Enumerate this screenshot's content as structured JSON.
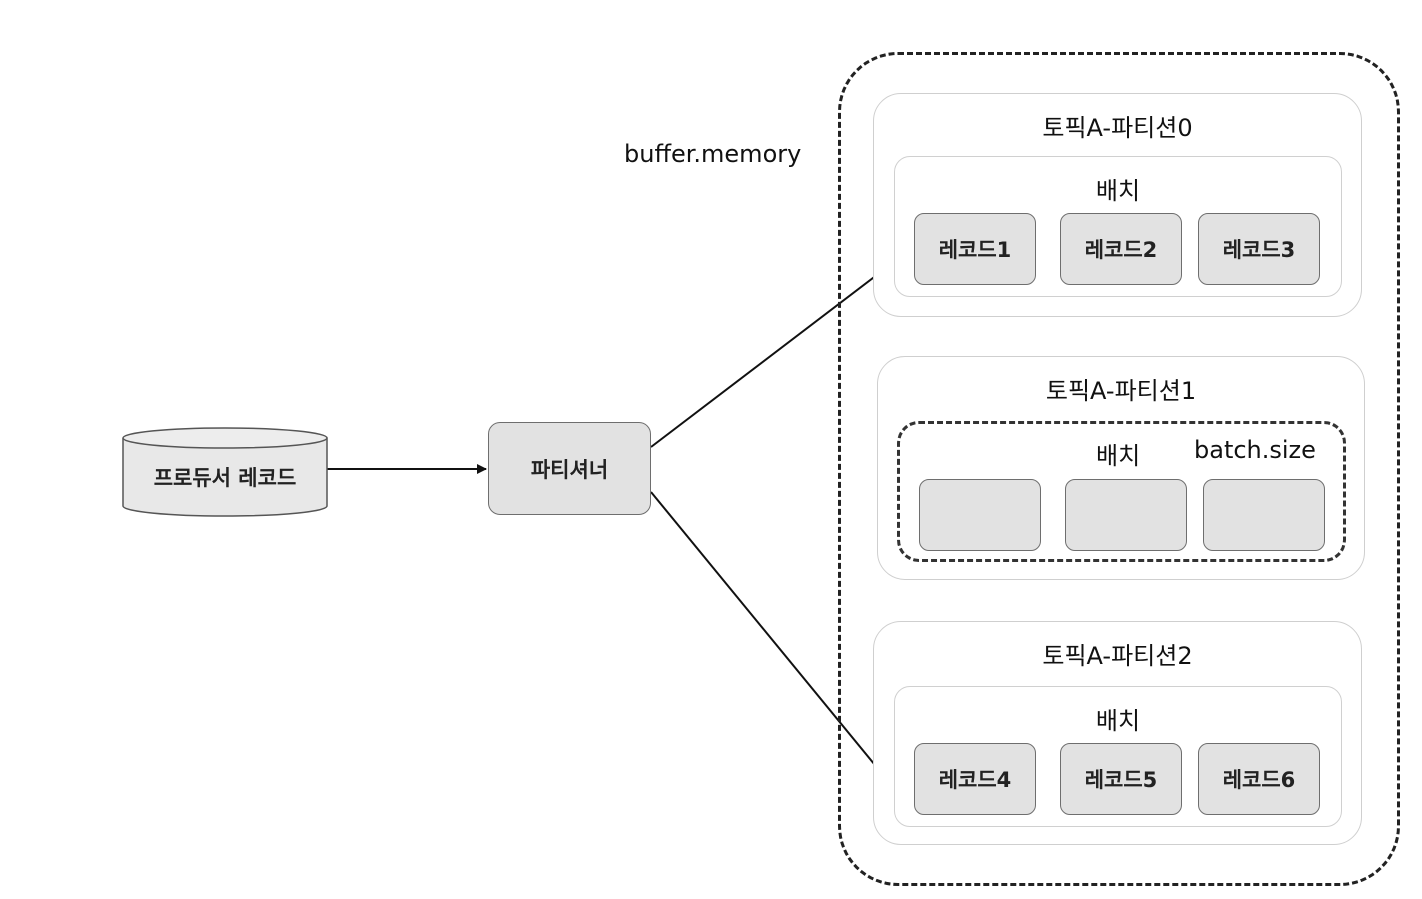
{
  "producer": {
    "label": "프로듀서 레코드"
  },
  "partitioner": {
    "label": "파티셔너"
  },
  "buffer": {
    "label": "buffer.memory"
  },
  "partitions": [
    {
      "title": "토픽A-파티션0",
      "batch_label": "배치",
      "records": [
        "레코드1",
        "레코드2",
        "레코드3"
      ]
    },
    {
      "title": "토픽A-파티션1",
      "batch_label": "배치",
      "batch_size_label": "batch.size",
      "records": [
        "",
        "",
        ""
      ]
    },
    {
      "title": "토픽A-파티션2",
      "batch_label": "배치",
      "records": [
        "레코드4",
        "레코드5",
        "레코드6"
      ]
    }
  ]
}
